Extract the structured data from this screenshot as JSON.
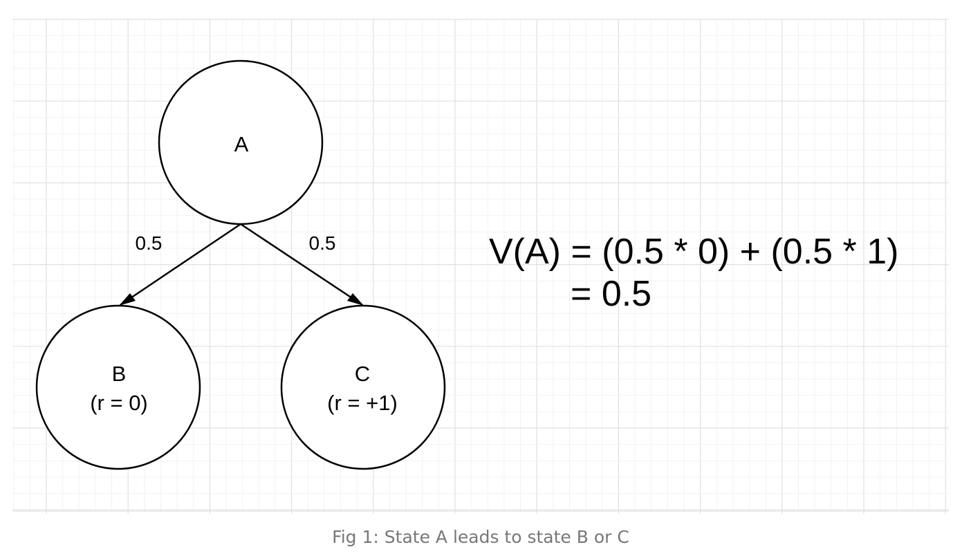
{
  "diagram": {
    "nodes": [
      {
        "id": "A",
        "label": "A",
        "sublabel": ""
      },
      {
        "id": "B",
        "label": "B",
        "sublabel": "(r = 0)"
      },
      {
        "id": "C",
        "label": "C",
        "sublabel": "(r = +1)"
      }
    ],
    "edges": [
      {
        "from": "A",
        "to": "B",
        "label": "0.5"
      },
      {
        "from": "A",
        "to": "C",
        "label": "0.5"
      }
    ],
    "equation": {
      "line1": "V(A) = (0.5 * 0) + (0.5 * 1)",
      "line2": "= 0.5"
    },
    "grid": true
  },
  "caption": "Fig 1: State A leads to state B or C",
  "colors": {
    "grid_minor": "#f2f2f2",
    "grid_major": "#e0e0e0",
    "stroke": "#000000",
    "caption": "#777777"
  }
}
